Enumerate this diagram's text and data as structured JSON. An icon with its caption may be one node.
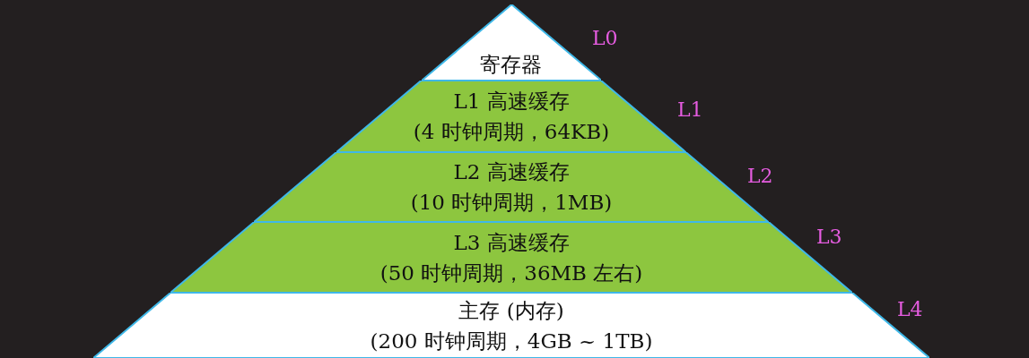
{
  "diagram": {
    "nodes": [
      {
        "text": [
          "寄存器"
        ],
        "beside": [
          "L0"
        ]
      },
      {
        "text": [
          "L1 高速缓存",
          "(4 时钟周期，64KB)"
        ],
        "beside": [
          "L1"
        ]
      },
      {
        "text": [
          "L2 高速缓存",
          "(10 时钟周期，1MB)"
        ],
        "beside": [
          "L2"
        ]
      },
      {
        "text": [
          "L3 高速缓存",
          "(50 时钟周期，36MB 左右)"
        ],
        "beside": [
          "L3"
        ]
      },
      {
        "text": [
          "主存 (内存)",
          "(200 时钟周期，4GB ~ 1TB)"
        ],
        "beside": [
          "L4"
        ]
      }
    ]
  }
}
